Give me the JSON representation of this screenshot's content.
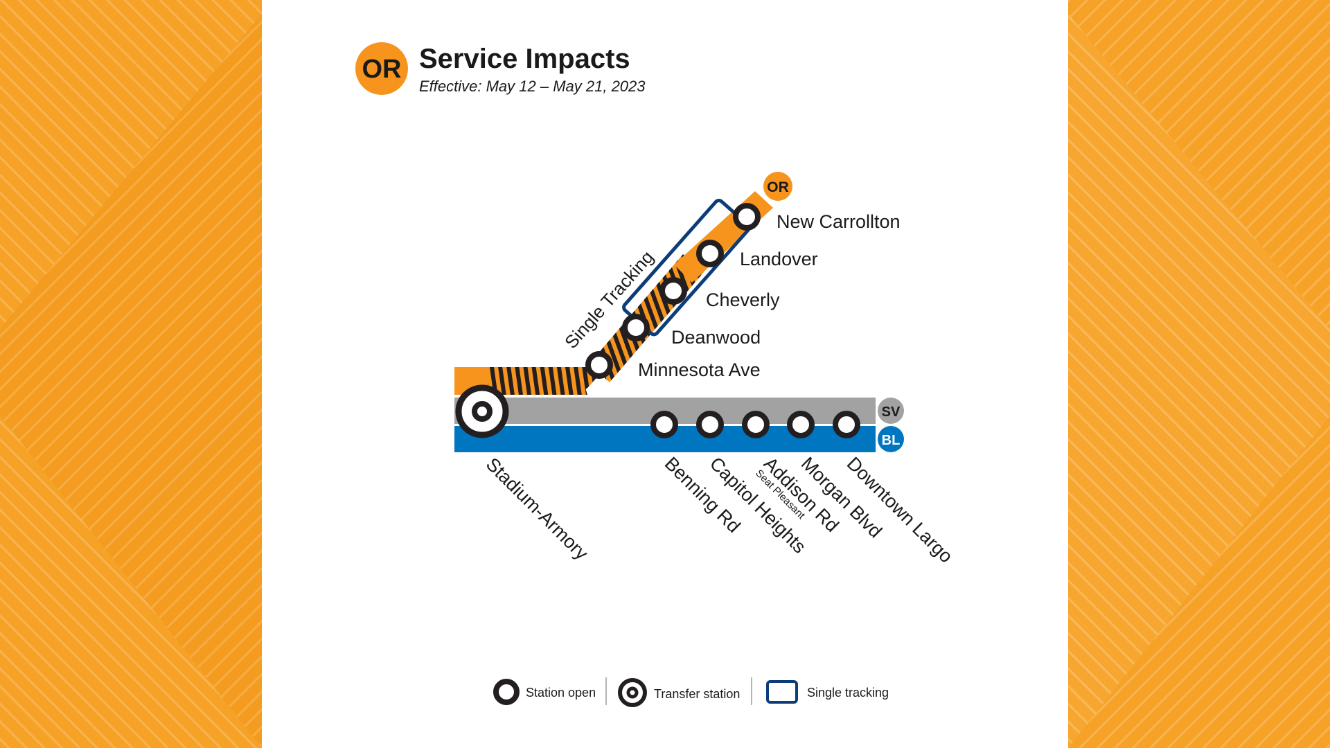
{
  "header": {
    "line_badge": "OR",
    "title": "Service Impacts",
    "subtitle": "Effective: May 12 – May 21, 2023"
  },
  "lines": {
    "orange": {
      "badge": "OR",
      "color": "#f7941d"
    },
    "silver": {
      "badge": "SV",
      "color": "#a1a2a1"
    },
    "blue": {
      "badge": "BL",
      "color": "#0076c0"
    }
  },
  "single_tracking_label": "Single Tracking",
  "stations": {
    "orange_branch": [
      "New Carrollton",
      "Landover",
      "Cheverly",
      "Deanwood",
      "Minnesota Ave"
    ],
    "transfer": "Stadium-Armory",
    "blue_silver_branch": [
      "Benning Rd",
      "Capitol Heights",
      "Addison Rd",
      "Morgan Blvd",
      "Downtown Largo"
    ],
    "addison_sublabel": "Seat Pleasant"
  },
  "legend": {
    "station_open": "Station open",
    "transfer_station": "Transfer station",
    "single_tracking": "Single tracking"
  },
  "colors": {
    "background_orange": "#f5a227",
    "single_tracking_outline": "#0d3d78",
    "station_ring": "#231f20"
  }
}
